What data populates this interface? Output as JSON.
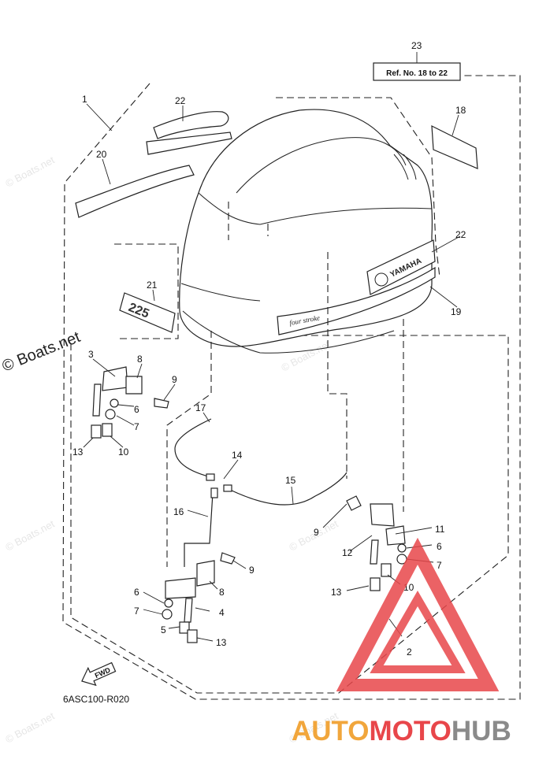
{
  "callouts": {
    "c1": "1",
    "c2": "2",
    "c3": "3",
    "c4": "4",
    "c5": "5",
    "c6a": "6",
    "c6b": "6",
    "c6c": "6",
    "c7a": "7",
    "c7b": "7",
    "c7c": "7",
    "c8a": "8",
    "c8b": "8",
    "c9a": "9",
    "c9b": "9",
    "c9c": "9",
    "c10a": "10",
    "c10b": "10",
    "c11": "11",
    "c12": "12",
    "c13a": "13",
    "c13b": "13",
    "c13c": "13",
    "c14": "14",
    "c15": "15",
    "c16": "16",
    "c17": "17",
    "c18": "18",
    "c19": "19",
    "c20": "20",
    "c21": "21",
    "c22a": "22",
    "c22b": "22",
    "c23": "23"
  },
  "ref_box": "Ref. No. 18 to 22",
  "fwd_arrow": "FWD",
  "diagram_code": "6ASC100-R020",
  "decal_225": "225",
  "decal_yamaha": "YAMAHA",
  "decal_fourstroke": "four stroke",
  "watermark_text": "© Boats.net",
  "brand": {
    "part1": "AUTO",
    "part2": "MOTO",
    "part3": "HUB"
  },
  "colors": {
    "brand_orange": "#f1a63c",
    "brand_red": "#e8464a",
    "brand_gray": "#8a8a8a"
  }
}
